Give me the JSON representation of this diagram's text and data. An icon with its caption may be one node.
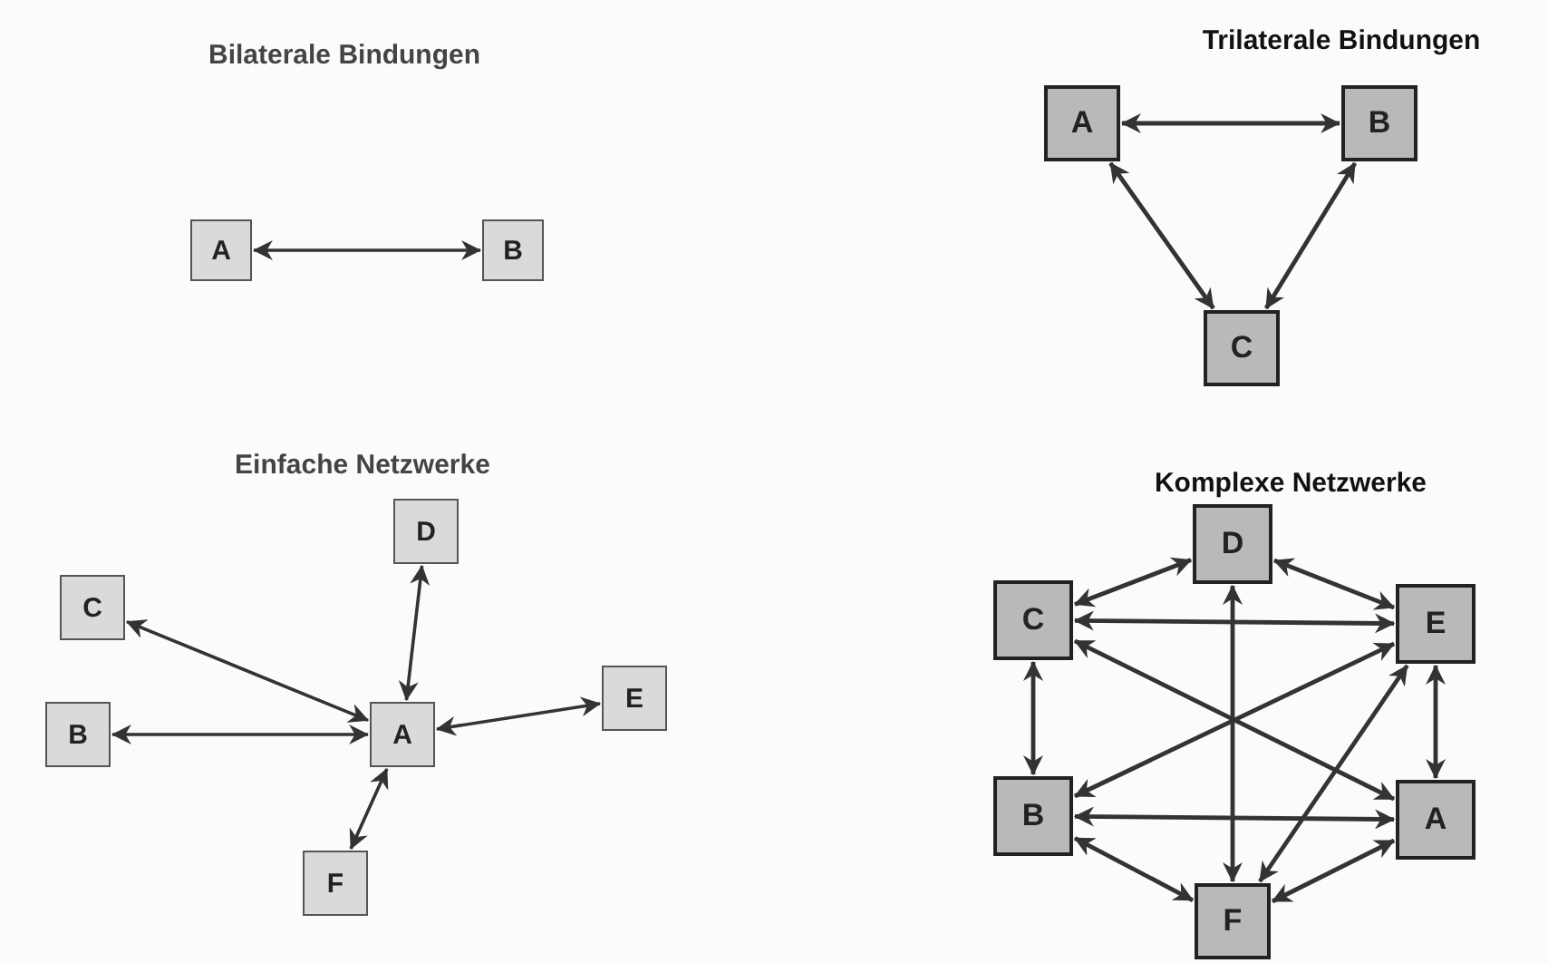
{
  "diagram": {
    "nodes": [
      {
        "text": [
          "A"
        ]
      },
      {
        "text": [
          "B"
        ]
      },
      {
        "text": [
          "A"
        ]
      },
      {
        "text": [
          "B"
        ]
      },
      {
        "text": [
          "C"
        ]
      },
      {
        "text": [
          "D"
        ]
      },
      {
        "text": [
          "C"
        ]
      },
      {
        "text": [
          "B"
        ]
      },
      {
        "text": [
          "A"
        ]
      },
      {
        "text": [
          "E"
        ]
      },
      {
        "text": [
          "F"
        ]
      },
      {
        "text": [
          "D"
        ]
      },
      {
        "text": [
          "C"
        ]
      },
      {
        "text": [
          "E"
        ]
      },
      {
        "text": [
          "B"
        ]
      },
      {
        "text": [
          "A"
        ]
      },
      {
        "text": [
          "F"
        ]
      }
    ],
    "edges": [
      {
        "from": 0,
        "to": 1,
        "arrow": "both"
      },
      {
        "from": 2,
        "to": 3,
        "arrow": "both"
      },
      {
        "from": 2,
        "to": 4,
        "arrow": "both"
      },
      {
        "from": 3,
        "to": 4,
        "arrow": "both"
      },
      {
        "from": 8,
        "to": 6,
        "arrow": "both"
      },
      {
        "from": 8,
        "to": 7,
        "arrow": "both"
      },
      {
        "from": 8,
        "to": 5,
        "arrow": "both"
      },
      {
        "from": 8,
        "to": 9,
        "arrow": "both"
      },
      {
        "from": 8,
        "to": 10,
        "arrow": "both"
      },
      {
        "from": 12,
        "to": 11,
        "arrow": "both"
      },
      {
        "from": 11,
        "to": 13,
        "arrow": "both"
      },
      {
        "from": 12,
        "to": 13,
        "arrow": "both"
      },
      {
        "from": 12,
        "to": 15,
        "arrow": "both"
      },
      {
        "from": 12,
        "to": 14,
        "arrow": "both"
      },
      {
        "from": 13,
        "to": 15,
        "arrow": "both"
      },
      {
        "from": 13,
        "to": 14,
        "arrow": "both"
      },
      {
        "from": 13,
        "to": 16,
        "arrow": "both"
      },
      {
        "from": 11,
        "to": 16,
        "arrow": "both"
      },
      {
        "from": 14,
        "to": 15,
        "arrow": "both"
      },
      {
        "from": 14,
        "to": 16,
        "arrow": "both"
      },
      {
        "from": 16,
        "to": 15,
        "arrow": "both"
      }
    ],
    "labels": [
      "Bilaterale Bindungen",
      "Trilaterale Bindungen",
      "Einfache Netzwerke",
      "Komplexe Netzwerke"
    ]
  }
}
